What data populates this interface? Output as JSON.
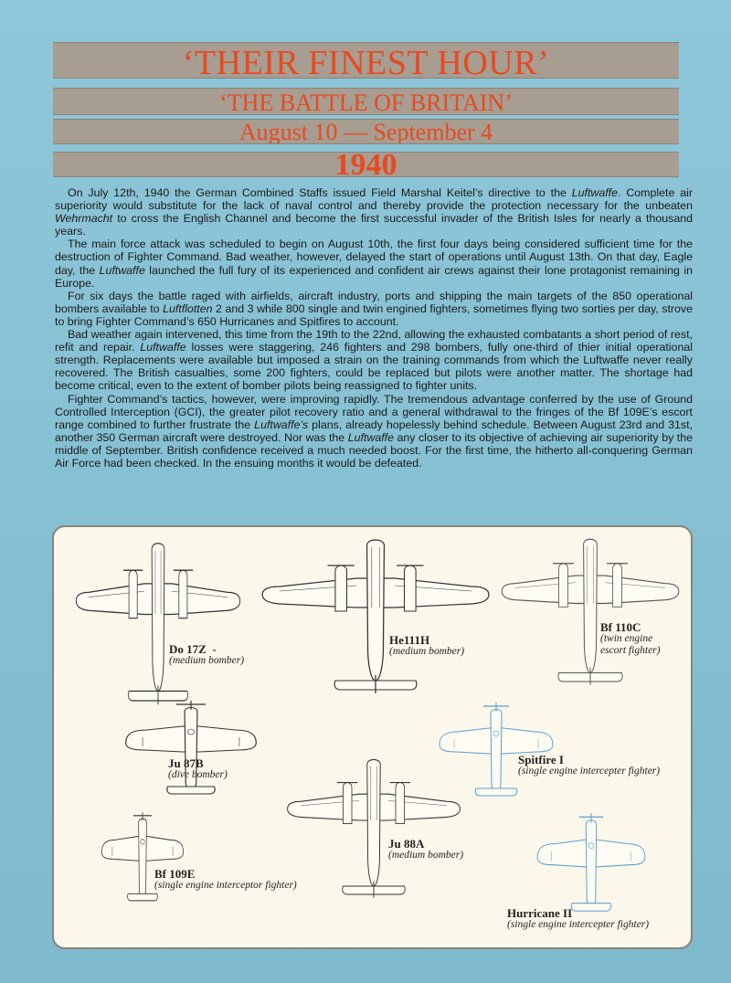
{
  "header": {
    "title": "‘THEIR FINEST HOUR’",
    "subtitle": "‘THE BATTLE OF BRITAIN’",
    "dates": "August 10 — September 4",
    "year": "1940"
  },
  "paragraphs": [
    [
      {
        "t": "On July 12th, 1940 the German Combined Staffs issued Field Marshal Keitel’s directive to the "
      },
      {
        "t": "Luftwaffe",
        "i": true
      },
      {
        "t": ". Complete air superiority would substitute for the lack of naval control and thereby provide the protection necessary for the unbeaten "
      },
      {
        "t": "Wehrmacht",
        "i": true
      },
      {
        "t": " to cross the English Channel and become the first successful invader of the British Isles for nearly a thousand years."
      }
    ],
    [
      {
        "t": "The main force attack was scheduled to begin on August 10th, the first four days being considered sufficient time for the destruction of Fighter Command. Bad weather, however, delayed the start of operations until August 13th. On that day, Eagle day, the "
      },
      {
        "t": "Luftwaffe",
        "i": true
      },
      {
        "t": " launched the full fury of its experienced and confident air crews against their lone protagonist remaining in Europe."
      }
    ],
    [
      {
        "t": "For six days the battle raged with airfields, aircraft industry, ports and shipping the main targets of the 850 operational bombers available to "
      },
      {
        "t": "Luftflotten",
        "i": true
      },
      {
        "t": " 2 and 3 while 800 single and twin engined fighters, sometimes flying two sorties per day, strove to bring Fighter Command’s 650 Hurricanes and Spitfires to account."
      }
    ],
    [
      {
        "t": "Bad weather again intervened, this time from the 19th to the 22nd, allowing the exhausted combatants a short period of rest, refit and repair. "
      },
      {
        "t": "Luftwaffe",
        "i": true
      },
      {
        "t": " losses were staggering, 246 fighters and 298 bombers, fully one-third of thier initial operational strength. Replacements were available but imposed a strain on the training commands from which the Luftwaffe never really recovered. The British casualties, some 200 fighters, could be replaced but pilots were another matter. The shortage had become critical, even to the extent of bomber pilots being reassigned to fighter units."
      }
    ],
    [
      {
        "t": "Fighter Command’s tactics, however, were improving rapidly. The tremendous advantage conferred by the use of Ground Controlled Interception (GCI), the greater pilot recovery ratio and a general withdrawal to the fringes of the Bf 109E’s escort range combined to further frustrate the "
      },
      {
        "t": "Luftwaffe’s",
        "i": true
      },
      {
        "t": " plans, already hopelessly behind schedule. Between August 23rd and 31st, another 350 German aircraft were destroyed. Nor was the "
      },
      {
        "t": "Luftwaffe",
        "i": true
      },
      {
        "t": " any closer to its objective of achieving air superiority by the middle of September. British confidence received a much needed boost. For the first time, the hitherto all-conquering German Air Force had been checked. In the ensuing months it would be defeated."
      }
    ]
  ],
  "aircraft": [
    {
      "id": "do17z",
      "name": "Do 17Z",
      "desc": "(medium bomber)",
      "note": "-"
    },
    {
      "id": "he111h",
      "name": "He111H",
      "desc": "(medium bomber)"
    },
    {
      "id": "bf110c",
      "name": "Bf 110C",
      "desc": "(twin engine",
      "desc2": "escort fighter)"
    },
    {
      "id": "ju87b",
      "name": "Ju 87B",
      "desc": "(dive bomber)"
    },
    {
      "id": "spitfire",
      "name": "Spitfire I",
      "desc": "(single engine intercepter fighter)"
    },
    {
      "id": "ju88a",
      "name": "Ju 88A",
      "desc": "(medium bomber)"
    },
    {
      "id": "bf109e",
      "name": "Bf 109E",
      "desc": "(single engine interceptor fighter)"
    },
    {
      "id": "hurricane",
      "name": "Hurricane II",
      "desc": "(single engine intercepter fighter)"
    }
  ],
  "colors": {
    "background": "#8cc4d6",
    "band": "#a89d91",
    "title_red": "#e64a22",
    "panel": "#fbf7ea",
    "german_ink": "#333333",
    "british_ink": "#5a9fd0"
  }
}
